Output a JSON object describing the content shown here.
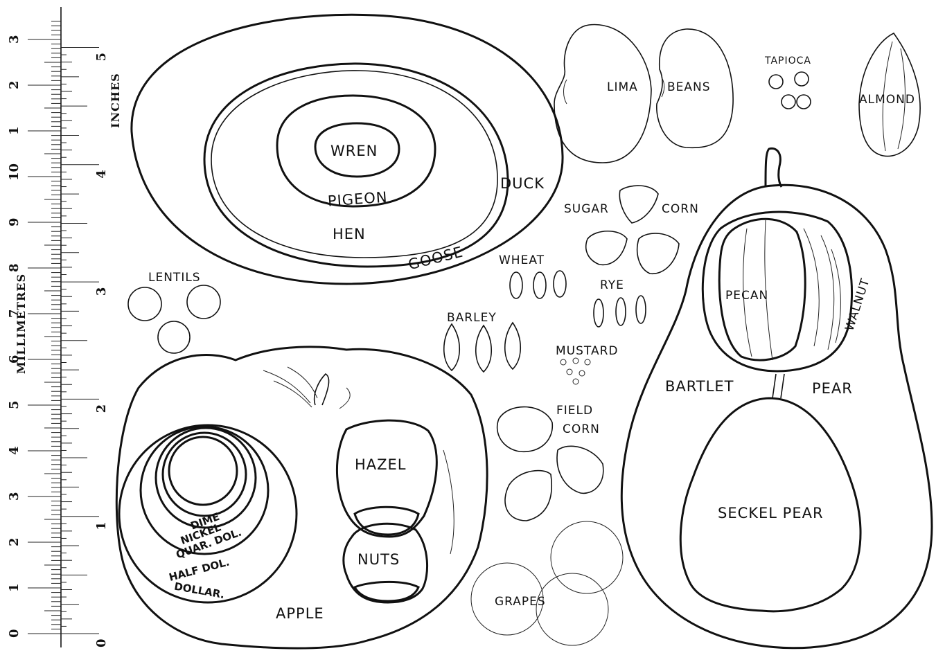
{
  "ruler": {
    "mm_title": "MILLIMETRES",
    "inch_title": "INCHES",
    "cm_numbers": [
      "0",
      "1",
      "2",
      "3",
      "4",
      "5",
      "6",
      "7",
      "8",
      "9",
      "10",
      "1",
      "2",
      "3"
    ],
    "inch_numbers": [
      "0",
      "1",
      "2",
      "3",
      "4",
      "5"
    ]
  },
  "eggs": [
    "WREN",
    "PIGEON",
    "HEN",
    "GOOSE",
    "DUCK"
  ],
  "beans": {
    "left": "LIMA",
    "right": "BEANS"
  },
  "tapioca": "TAPIOCA",
  "almond": "ALMOND",
  "sugar_corn": {
    "left": "SUGAR",
    "right": "CORN"
  },
  "lentils": "LENTILS",
  "wheat": "WHEAT",
  "rye": "RYE",
  "barley": "BARLEY",
  "mustard": "MUSTARD",
  "field_corn": {
    "line1": "FIELD",
    "line2": "CORN"
  },
  "grapes": "GRAPES",
  "apple": "APPLE",
  "coins": [
    "DIME",
    "NICKEL",
    "QUAR. DOL.",
    "HALF DOL.",
    "DOLLAR."
  ],
  "nuts": {
    "top": "HAZEL",
    "bottom": "NUTS"
  },
  "pear": {
    "left": "BARTLET",
    "right": "PEAR",
    "pecan": "PECAN",
    "walnut": "WALNUT",
    "seckel": "SECKEL PEAR"
  }
}
